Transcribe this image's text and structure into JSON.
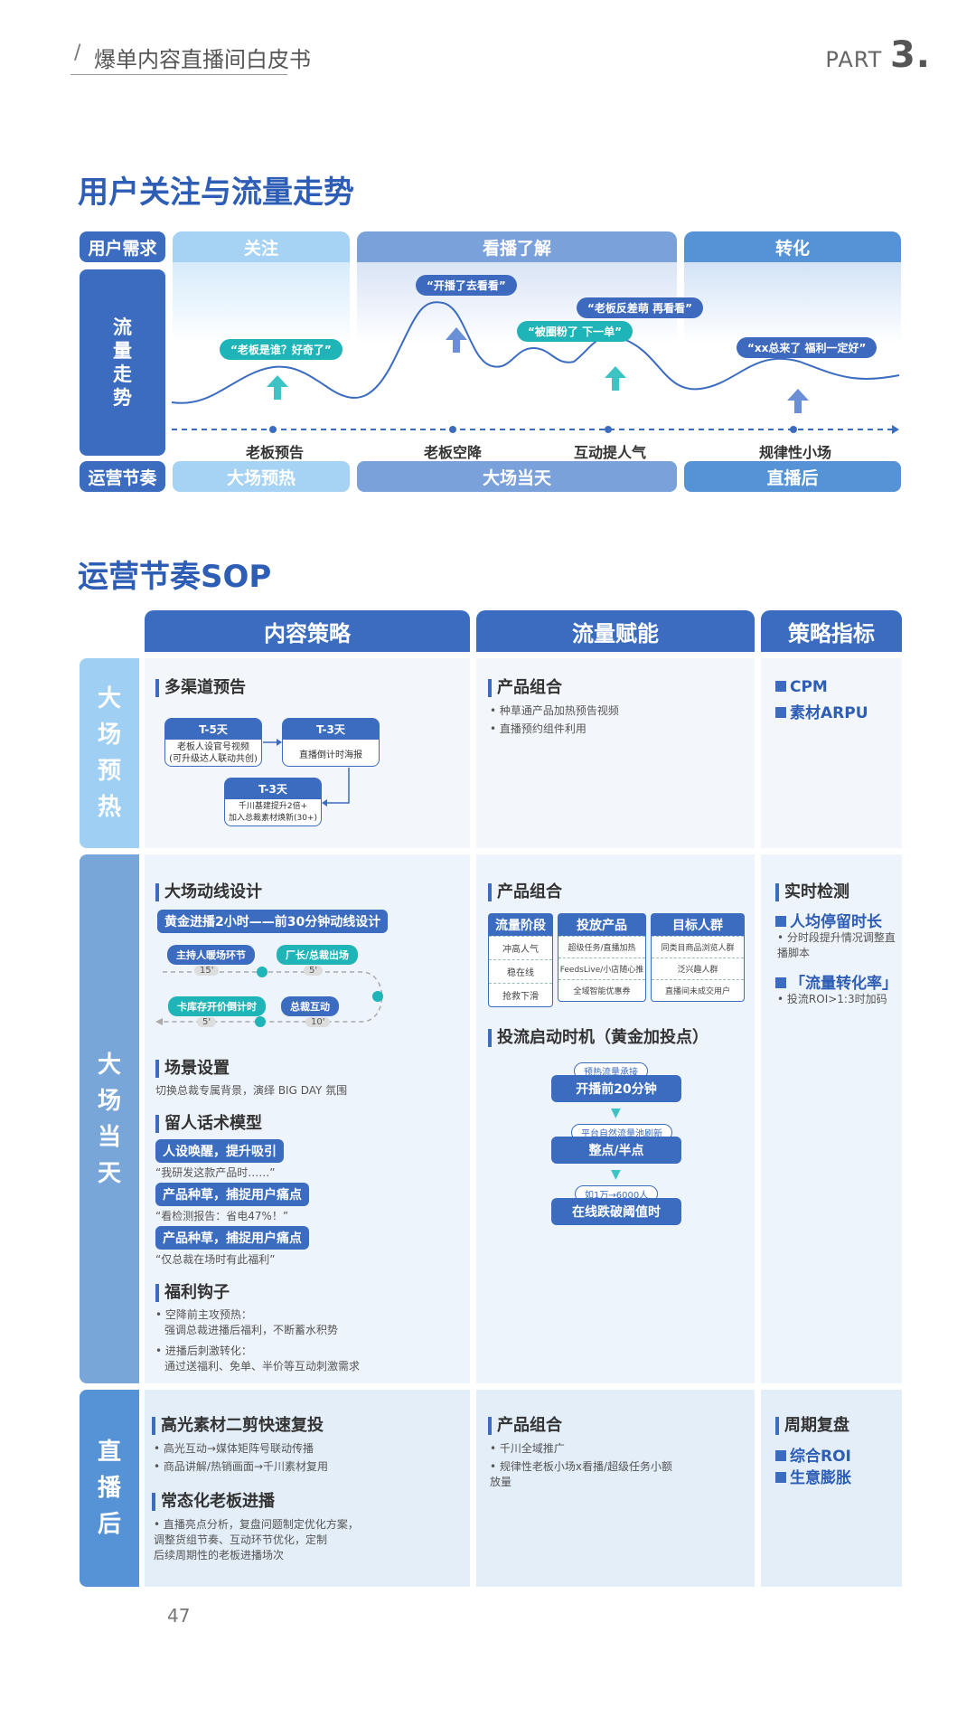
{
  "header": {
    "title": "爆单内容直播间白皮书",
    "part_label": "PART",
    "part_num": "3."
  },
  "section1": {
    "title": "用户关注与流量走势",
    "row_labels": [
      "用户需求",
      "流\n量\n走\n势",
      "运营节奏"
    ],
    "needs": [
      "关注",
      "看播了解",
      "转化"
    ],
    "bubbles": [
      "“开播了去看看”",
      "“老板反差萌 再看看”",
      "“被圈粉了 下一单”",
      "“老板是谁？好奇了”",
      "“xx总来了 福利一定好”"
    ],
    "milestones": [
      "老板预告",
      "老板空降",
      "互动提人气",
      "规律性小场"
    ],
    "rhythm": [
      "大场预热",
      "大场当天",
      "直播后"
    ]
  },
  "section2": {
    "title": "运营节奏SOP",
    "cols": [
      "内容策略",
      "流量赋能",
      "策略指标"
    ],
    "rows": {
      "pre": {
        "label": "大\n场\n预\n热",
        "content": {
          "h": "多渠道预告",
          "t1": {
            "t": "T-5天",
            "d": "老板人设官号视频\n(可升级达人联动共创)"
          },
          "t2": {
            "t": "T-3天",
            "d": "直播倒计时海报"
          },
          "t3": {
            "t": "T-3天",
            "d": "千川基建提升2倍+\n加入总裁素材焕新(30+)"
          }
        },
        "flow": {
          "h": "产品组合",
          "b": [
            "种草通产品加热预告视频",
            "直播预约组件利用"
          ]
        },
        "metric": [
          "CPM",
          "素材ARPU"
        ]
      },
      "day": {
        "label": "大\n场\n当\n天",
        "content": {
          "h1": "大场动线设计",
          "tag1": "黄金进播2小时——前30分钟动线设计",
          "steps": [
            "主持人暖场环节",
            "厂长/总裁出场",
            "卡库存开价倒计时",
            "总裁互动"
          ],
          "nums": [
            "15'",
            "5'",
            "5'",
            "10'"
          ],
          "h2": "场景设置",
          "d2": "切换总裁专属背景，演绎 BIG DAY 氛围",
          "h3": "留人话术模型",
          "tags": [
            "人设唤醒，提升吸引",
            "产品种草，捕捉用户痛点",
            "产品种草，捕捉用户痛点"
          ],
          "quotes": [
            "“我研发这款产品时……”",
            "“看检测报告：省电47%！”",
            "“仅总裁在场时有此福利”"
          ],
          "h4": "福利钩子",
          "b4": [
            "空降前主攻预热：",
            "强调总裁进播后福利，不断蓄水积势",
            "进播后刺激转化：",
            "通过送福利、免单、半价等互动刺激需求"
          ]
        },
        "flow": {
          "h1": "产品组合",
          "tbl": [
            {
              "h": "流量阶段",
              "r": [
                "冲高人气",
                "稳在线",
                "抢救下滑"
              ]
            },
            {
              "h": "投放产品",
              "r": [
                "超级任务/直播加热",
                "FeedsLive/小店随心推",
                "全域智能优惠券"
              ]
            },
            {
              "h": "目标人群",
              "r": [
                "同类目商品浏览人群",
                "泛兴趣人群",
                "直播间未成交用户"
              ]
            }
          ],
          "h2": "投流启动时机（黄金加投点）",
          "f": [
            {
              "s": "预热流量承接",
              "m": "开播前20分钟"
            },
            {
              "s": "平台自然流量池刷新",
              "m": "整点/半点"
            },
            {
              "s": "如1万→6000人",
              "m": "在线跌破阈值时"
            }
          ]
        },
        "metric": {
          "h": "实时检测",
          "m1": "人均停留时长",
          "d1": "分时段提升情况调整直播脚本",
          "m2": "「流量转化率」",
          "d2": "投流ROI>1:3时加码"
        }
      },
      "post": {
        "label": "直\n播\n后",
        "content": {
          "h1": "高光素材二剪快速复投",
          "b1": [
            "高光互动→媒体矩阵号联动传播",
            "商品讲解/热销画面→千川素材复用"
          ],
          "h2": "常态化老板进播",
          "b2": "直播亮点分析，复盘问题制定优化方案，\n调整货组节奏、互动环节优化，定制\n后续周期性的老板进播场次"
        },
        "flow": {
          "h": "产品组合",
          "b": [
            "千川全域推广",
            "规律性老板小场x看播/超级任务小额放量"
          ]
        },
        "metric": {
          "h": "周期复盘",
          "m": [
            "综合ROI",
            "生意膨胀"
          ]
        }
      }
    }
  },
  "page_number": "47"
}
